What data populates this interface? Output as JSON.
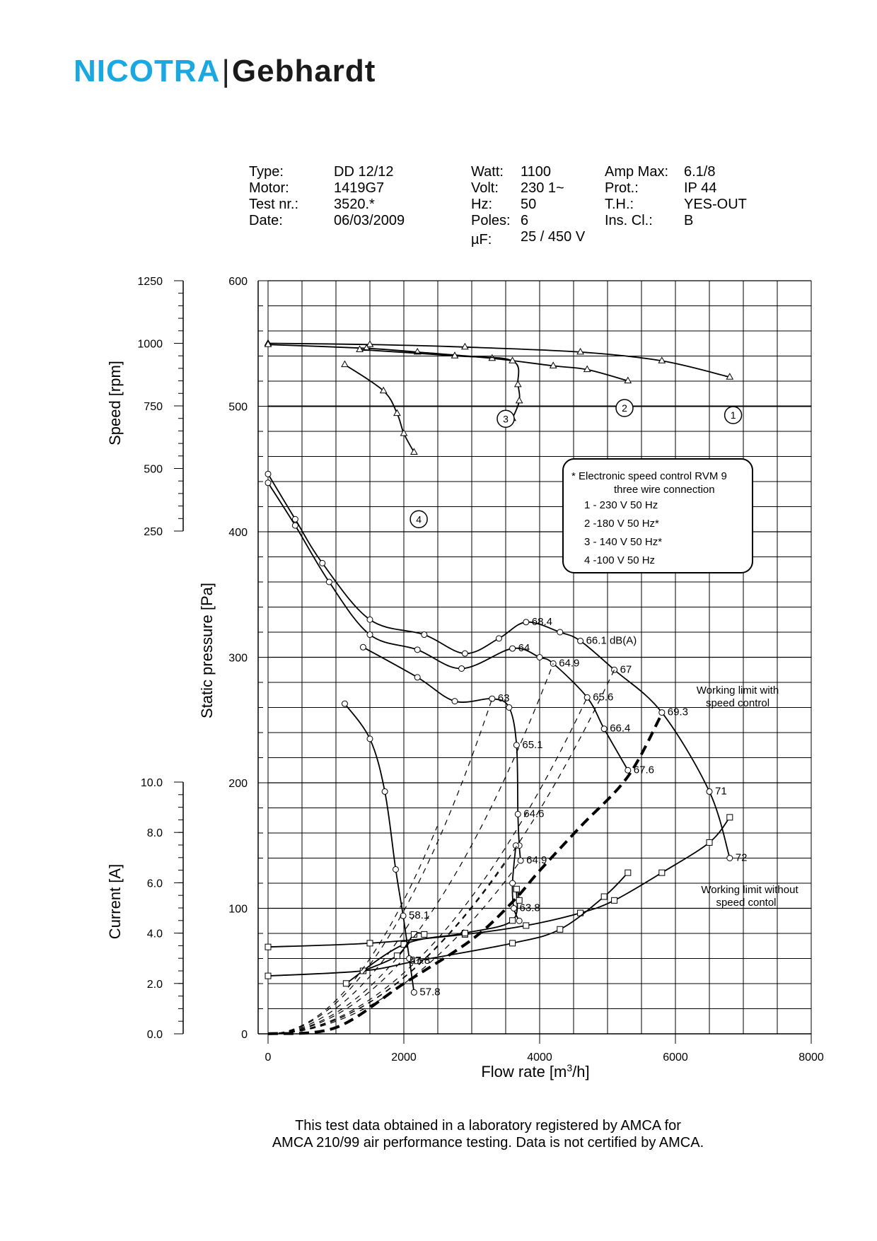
{
  "brand": {
    "part1": "NICOTRA",
    "part2": "Gebhardt",
    "accent": "#19a8e0"
  },
  "specs": {
    "col1_labels": [
      "Type:",
      "Motor:",
      "Test nr.:",
      "Date:"
    ],
    "col1_values": [
      "DD 12/12",
      "1419G7",
      "3520.*",
      "06/03/2009"
    ],
    "col2_labels": [
      "Watt:",
      "Volt:",
      "Hz:",
      "Poles:",
      "µF:"
    ],
    "col2_values": [
      "1100",
      "230 1~",
      "50",
      "6",
      "25 / 450 V"
    ],
    "col3_labels": [
      "Amp Max:",
      "Prot.:",
      "T.H.:",
      "Ins. Cl.:"
    ],
    "col3_values": [
      "6.1/8",
      "IP 44",
      "YES-OUT",
      "B"
    ]
  },
  "chart_data": {
    "type": "line",
    "xlabel": "Flow rate [m³/h]",
    "xlim": [
      0,
      8000
    ],
    "xticks": [
      "0",
      "2000",
      "4000",
      "6000",
      "8000"
    ],
    "pressure_axis": {
      "label": "Static pressure [Pa]",
      "ylim": [
        0,
        600
      ],
      "ticks": [
        "0",
        "100",
        "200",
        "300",
        "400",
        "500",
        "600"
      ]
    },
    "speed_axis": {
      "label": "Speed [rpm]",
      "ylim": [
        250,
        1250
      ],
      "ticks": [
        "250",
        "500",
        "750",
        "1000",
        "1250"
      ]
    },
    "current_axis": {
      "label": "Current [A]",
      "ylim": [
        0,
        10
      ],
      "ticks": [
        "0.0",
        "2.0",
        "4.0",
        "6.0",
        "8.0",
        "10.0"
      ]
    },
    "grid": true,
    "legend": {
      "title": "* Electronic speed control RVM 9",
      "subtitle": "three wire connection",
      "items": [
        "1 - 230 V 50 Hz",
        "2 -180 V 50 Hz*",
        "3 - 140 V 50 Hz*",
        "4 -100 V 50 Hz"
      ]
    },
    "speed_curve_labels": [
      "1",
      "2",
      "3",
      "4"
    ],
    "pressure_series": [
      {
        "name": "1",
        "points": [
          [
            0,
            446
          ],
          [
            400,
            410
          ],
          [
            800,
            375
          ],
          [
            1500,
            330
          ],
          [
            2300,
            318
          ],
          [
            2900,
            303
          ],
          [
            3400,
            315
          ],
          [
            3800,
            328
          ],
          [
            4300,
            320
          ],
          [
            4600,
            313
          ],
          [
            5100,
            290
          ],
          [
            5800,
            256
          ],
          [
            6500,
            193
          ],
          [
            6800,
            140
          ]
        ],
        "db": [
          {
            "x": 3800,
            "y": 328,
            "t": "68.4"
          },
          {
            "x": 4600,
            "y": 313,
            "t": "66.1 dB(A)"
          },
          {
            "x": 5100,
            "y": 290,
            "t": "67"
          },
          {
            "x": 5800,
            "y": 256,
            "t": "69.3"
          },
          {
            "x": 6500,
            "y": 193,
            "t": "71"
          },
          {
            "x": 6800,
            "y": 140,
            "t": "72"
          }
        ]
      },
      {
        "name": "2",
        "points": [
          [
            0,
            439
          ],
          [
            400,
            405
          ],
          [
            900,
            360
          ],
          [
            1500,
            318
          ],
          [
            2200,
            306
          ],
          [
            2850,
            291
          ],
          [
            3600,
            307
          ],
          [
            4000,
            300
          ],
          [
            4200,
            295
          ],
          [
            4700,
            268
          ],
          [
            4950,
            243
          ],
          [
            5300,
            210
          ]
        ],
        "db": [
          {
            "x": 3600,
            "y": 307,
            "t": "64"
          },
          {
            "x": 4200,
            "y": 295,
            "t": "64.9"
          },
          {
            "x": 4700,
            "y": 268,
            "t": "65.6"
          },
          {
            "x": 4950,
            "y": 243,
            "t": "66.4"
          },
          {
            "x": 5300,
            "y": 210,
            "t": "67.6"
          }
        ]
      },
      {
        "name": "3",
        "points": [
          [
            1400,
            308
          ],
          [
            2200,
            284
          ],
          [
            2750,
            265
          ],
          [
            3300,
            267
          ],
          [
            3550,
            260
          ],
          [
            3660,
            230
          ],
          [
            3680,
            175
          ],
          [
            3700,
            150
          ],
          [
            3720,
            138
          ]
        ],
        "db": [
          {
            "x": 3300,
            "y": 267,
            "t": "63"
          },
          {
            "x": 3660,
            "y": 230,
            "t": "65.1"
          },
          {
            "x": 3680,
            "y": 175,
            "t": "64.6"
          },
          {
            "x": 3720,
            "y": 138,
            "t": "64.9"
          }
        ]
      },
      {
        "name": "4",
        "points": [
          [
            1130,
            263
          ],
          [
            1500,
            235
          ],
          [
            1720,
            193
          ],
          [
            1880,
            131
          ],
          [
            1990,
            94
          ],
          [
            2080,
            60
          ],
          [
            2150,
            33
          ]
        ],
        "db": [
          {
            "x": 1990,
            "y": 94,
            "t": "58.1"
          },
          {
            "x": 2000,
            "y": 58,
            "t": "57.8"
          },
          {
            "x": 2150,
            "y": 33,
            "t": "57.8"
          }
        ]
      },
      {
        "name": "3b",
        "points": [
          [
            3650,
            150
          ],
          [
            3600,
            120
          ],
          [
            3620,
            100
          ],
          [
            3700,
            90
          ]
        ],
        "db": [
          {
            "x": 3620,
            "y": 100,
            "t": "63.8"
          }
        ]
      }
    ],
    "speed_series": [
      {
        "name": "1",
        "points": [
          [
            0,
            1000
          ],
          [
            1500,
            995
          ],
          [
            2900,
            985
          ],
          [
            4600,
            965
          ],
          [
            5800,
            930
          ],
          [
            6800,
            865
          ]
        ]
      },
      {
        "name": "2",
        "points": [
          [
            0,
            995
          ],
          [
            1450,
            980
          ],
          [
            2200,
            965
          ],
          [
            3300,
            940
          ],
          [
            4200,
            910
          ],
          [
            4700,
            895
          ],
          [
            5300,
            850
          ]
        ]
      },
      {
        "name": "3",
        "points": [
          [
            1350,
            975
          ],
          [
            2750,
            950
          ],
          [
            3600,
            930
          ],
          [
            3680,
            835
          ],
          [
            3700,
            770
          ],
          [
            3600,
            700
          ]
        ]
      },
      {
        "name": "4",
        "points": [
          [
            1130,
            915
          ],
          [
            1700,
            810
          ],
          [
            1900,
            720
          ],
          [
            2000,
            640
          ],
          [
            2150,
            565
          ]
        ]
      }
    ],
    "current_series": [
      {
        "name": "1",
        "points": [
          [
            0,
            3.45
          ],
          [
            1500,
            3.6
          ],
          [
            2900,
            3.95
          ],
          [
            3800,
            4.3
          ],
          [
            4600,
            4.8
          ],
          [
            5100,
            5.3
          ],
          [
            5800,
            6.4
          ],
          [
            6500,
            7.6
          ],
          [
            6800,
            8.6
          ]
        ]
      },
      {
        "name": "2",
        "points": [
          [
            0,
            2.3
          ],
          [
            1400,
            2.5
          ],
          [
            2200,
            2.9
          ],
          [
            3600,
            3.6
          ],
          [
            4300,
            4.15
          ],
          [
            4950,
            5.45
          ],
          [
            5300,
            6.4
          ]
        ]
      },
      {
        "name": "3",
        "points": [
          [
            1150,
            2.0
          ],
          [
            2000,
            3.55
          ],
          [
            2900,
            4.0
          ],
          [
            3600,
            4.5
          ],
          [
            3660,
            5.75
          ],
          [
            3700,
            5.3
          ]
        ]
      },
      {
        "name": "4",
        "points": [
          [
            1400,
            2.5
          ],
          [
            1900,
            3.1
          ],
          [
            2150,
            3.95
          ],
          [
            2300,
            3.95
          ]
        ]
      }
    ],
    "working_limit_with_control": {
      "label": [
        "Working limit with",
        "speed control"
      ],
      "points": [
        [
          0,
          0
        ],
        [
          1000,
          5
        ],
        [
          2000,
          40
        ],
        [
          3000,
          75
        ],
        [
          3600,
          105
        ],
        [
          4000,
          130
        ],
        [
          4600,
          165
        ],
        [
          5300,
          205
        ],
        [
          5800,
          255
        ]
      ]
    },
    "working_limit_without_control": {
      "label": [
        "Working limit without",
        "speed contol"
      ]
    }
  },
  "footer": {
    "line1": "This test data obtained in a laboratory registered by AMCA for",
    "line2": "AMCA 210/99 air performance testing. Data is not certified by AMCA."
  }
}
